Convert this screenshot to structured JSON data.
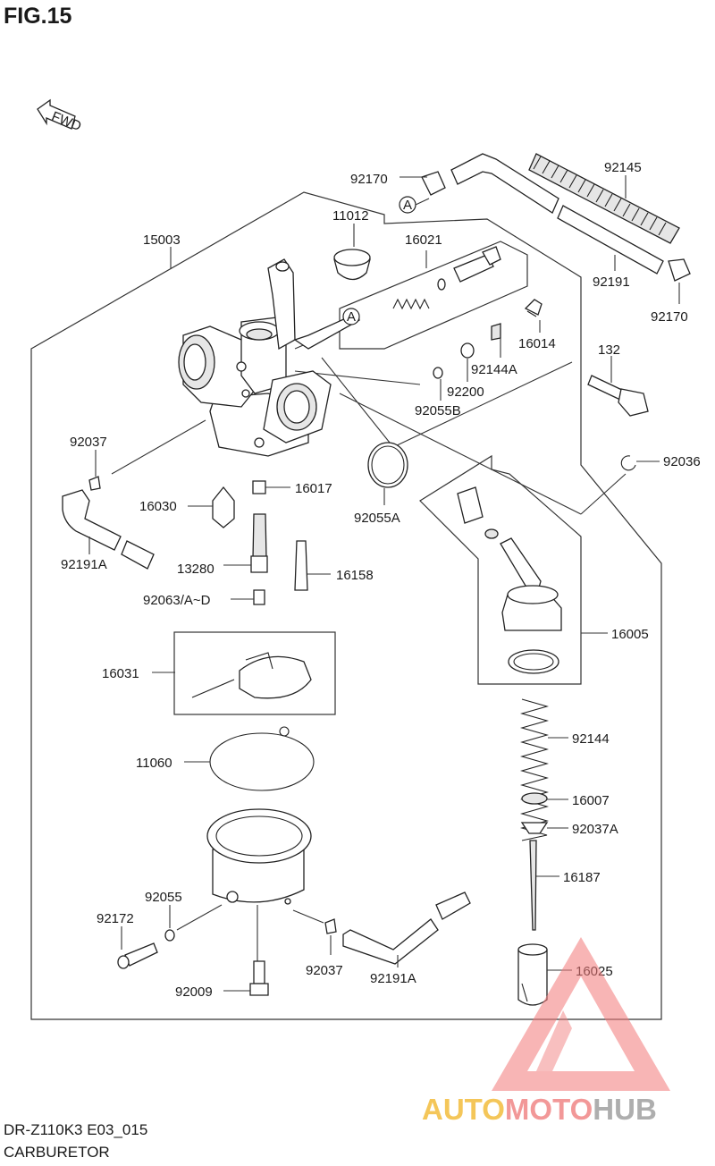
{
  "figure": {
    "title": "FIG.15",
    "model_code": "DR-Z110K3 E03_015",
    "section_name": "CARBURETOR",
    "fwd_label": "FWD",
    "ref_marker": "A"
  },
  "part_labels": [
    "92170",
    "92145",
    "11012",
    "16021",
    "15003",
    "92191",
    "92170",
    "16014",
    "132",
    "92144A",
    "92200",
    "92055B",
    "92037",
    "92036",
    "16017",
    "16030",
    "92055A",
    "92191A",
    "13280",
    "16158",
    "92063/A~D",
    "16005",
    "16031",
    "92144",
    "11060",
    "16007",
    "92037A",
    "16187",
    "92055",
    "92172",
    "16025",
    "92037",
    "92191A",
    "92009"
  ],
  "watermark": {
    "part1": "AUTO",
    "part2": "MOTO",
    "part3": "HUB",
    "colors": {
      "auto": "#f2b830",
      "moto": "#f07f7f",
      "hub": "#9a9a9a",
      "triangle": "#f27b7b"
    }
  }
}
